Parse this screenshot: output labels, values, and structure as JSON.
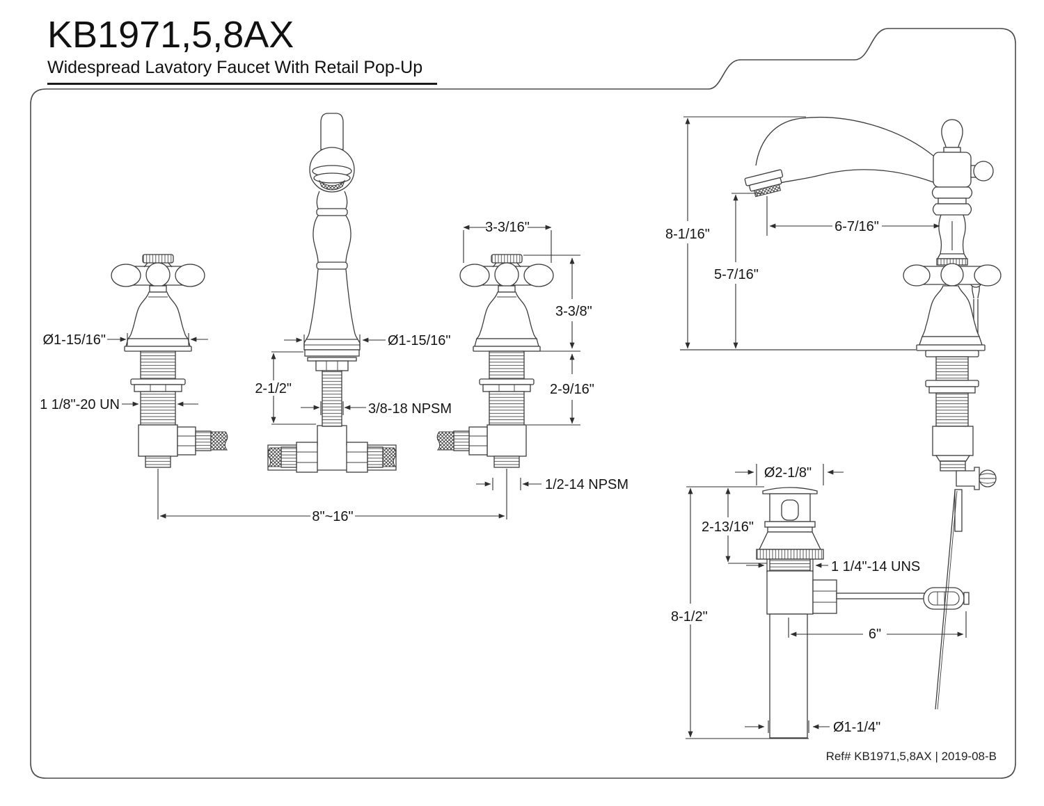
{
  "header": {
    "model": "KB1971,5,8AX",
    "subtitle": "Widespread Lavatory Faucet With Retail Pop-Up"
  },
  "footer": {
    "ref": "Ref# KB1971,5,8AX | 2019-08-B"
  },
  "views": {
    "left_handle": {
      "escutcheon_diameter": "Ø1-15/16\"",
      "shank_thread": "1 1/8\"-20 UN"
    },
    "spout": {
      "deck_height": "2-1/2\"",
      "shank_thread": "3/8-18 NPSM",
      "base_diameter": "Ø1-15/16\""
    },
    "right_handle": {
      "width": "3-3/16\"",
      "height": "3-3/8\"",
      "shank_length": "2-9/16\"",
      "outlet_thread": "1/2-14 NPSM"
    },
    "installation": {
      "spread": "8\"~16\""
    },
    "side_view": {
      "total_height": "8-1/16\"",
      "spout_height": "5-7/16\"",
      "spout_reach": "6-7/16\""
    },
    "drain": {
      "flange_diameter": "Ø2-1/8\"",
      "head_height": "2-13/16\"",
      "thread": "1 1/4\"-14 UNS",
      "total_height": "8-1/2\"",
      "rod_length": "6\"",
      "tailpiece_diameter": "Ø1-1/4\""
    }
  },
  "colors": {
    "line": "#3c3c3c",
    "text": "#151515",
    "border": "#4a4a4a"
  }
}
